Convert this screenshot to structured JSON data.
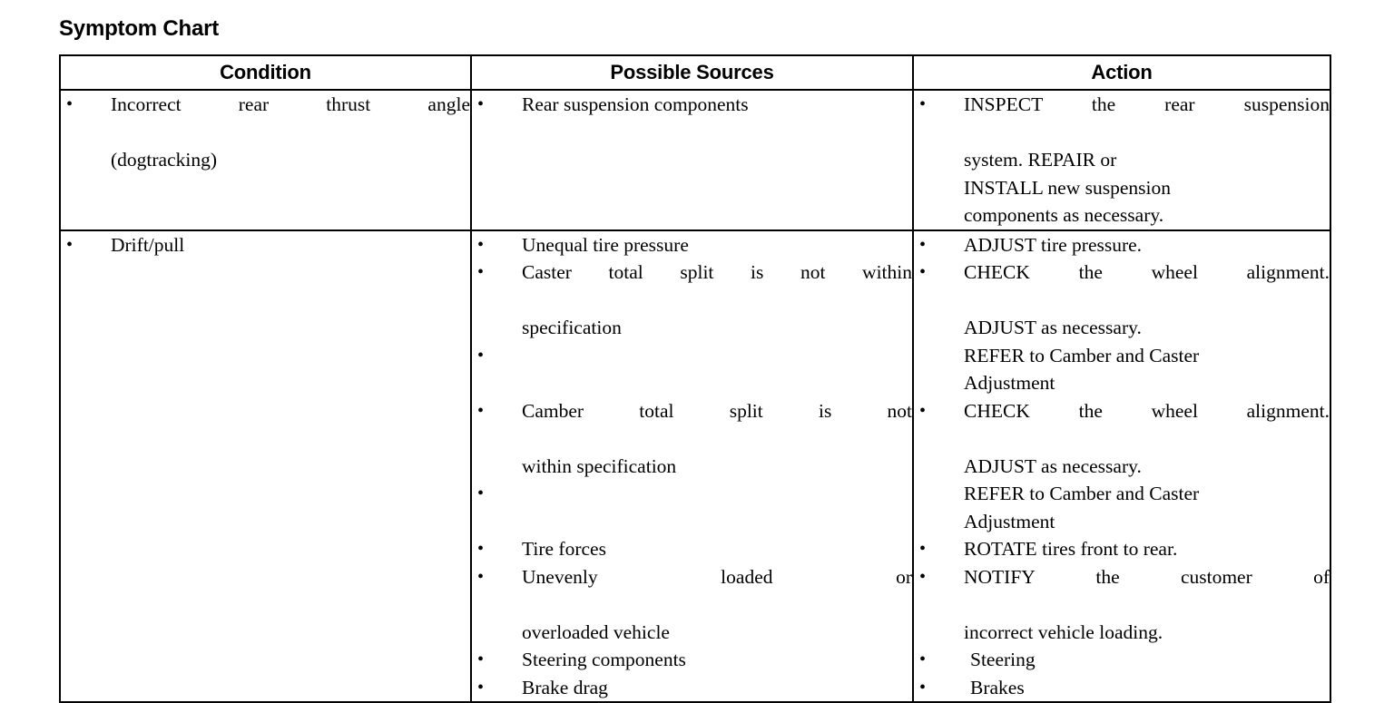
{
  "page": {
    "title": "Symptom Chart",
    "background_color": "#ffffff",
    "text_color": "#000000",
    "border_color": "#000000"
  },
  "table": {
    "headers": {
      "condition": "Condition",
      "possible_sources": "Possible Sources",
      "action": "Action"
    },
    "rows": [
      {
        "condition": [
          {
            "text": "Incorrect rear thrust angle",
            "continuation": "(dogtracking)"
          }
        ],
        "possible_sources": [
          {
            "text": "Rear suspension components"
          }
        ],
        "action": [
          {
            "text": "INSPECT the rear suspension",
            "lines": [
              "system. REPAIR or",
              "INSTALL new suspension",
              "components as necessary."
            ]
          }
        ]
      },
      {
        "condition": [
          {
            "text": "Drift/pull"
          }
        ],
        "possible_sources": [
          {
            "text": "Unequal tire pressure"
          },
          {
            "text": "Caster total split is not within",
            "continuation": "specification"
          },
          {
            "spacer": true
          },
          {
            "text": "Camber total split is not",
            "continuation": "within specification"
          },
          {
            "spacer": true
          },
          {
            "text": "Tire forces"
          },
          {
            "text": "Unevenly loaded or",
            "continuation": "overloaded vehicle"
          },
          {
            "text": "Steering components"
          },
          {
            "text": "Brake drag"
          }
        ],
        "action": [
          {
            "text": "ADJUST tire pressure."
          },
          {
            "text": "CHECK the wheel alignment.",
            "lines": [
              "ADJUST as necessary.",
              "REFER to Camber and Caster",
              "Adjustment"
            ]
          },
          {
            "text": "CHECK the wheel alignment.",
            "lines": [
              "ADJUST as necessary.",
              "REFER to Camber and Caster",
              "Adjustment"
            ]
          },
          {
            "text": "ROTATE tires front to rear."
          },
          {
            "text": "NOTIFY the customer of",
            "lines": [
              "incorrect vehicle loading."
            ]
          },
          {
            "text": "Steering",
            "indent_more": true
          },
          {
            "text": "Brakes",
            "indent_more": true
          }
        ]
      }
    ]
  }
}
